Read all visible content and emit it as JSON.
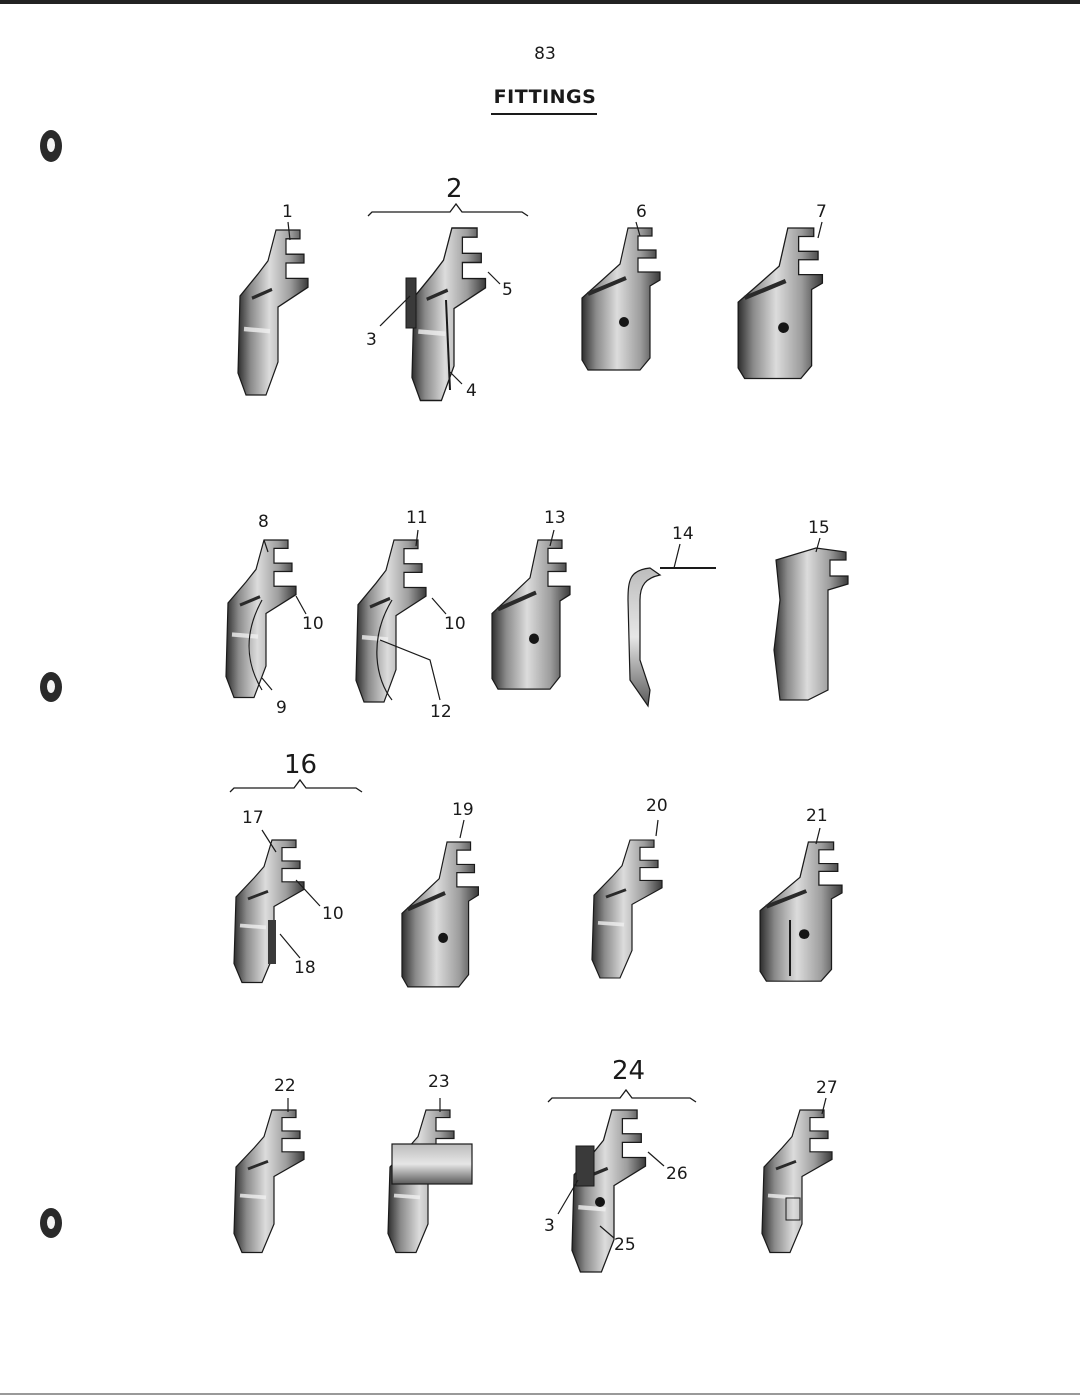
{
  "page": {
    "number": "83",
    "title": "FITTINGS"
  },
  "labels": {
    "l1": "1",
    "l2": "2",
    "l3a": "3",
    "l4": "4",
    "l5": "5",
    "l6": "6",
    "l7": "7",
    "l8": "8",
    "l9": "9",
    "l10a": "10",
    "l10b": "10",
    "l10c": "10",
    "l11": "11",
    "l12": "12",
    "l13": "13",
    "l14": "14",
    "l15": "15",
    "l16": "16",
    "l17": "17",
    "l18": "18",
    "l19": "19",
    "l20": "20",
    "l21": "21",
    "l22": "22",
    "l23": "23",
    "l24": "24",
    "l25": "25",
    "l26": "26",
    "l3b": "3",
    "l27": "27"
  },
  "colors": {
    "ink": "#1a1a1a",
    "metal_light": "#d2d2d2",
    "metal_mid": "#9a9a9a",
    "metal_dark": "#3a3a3a"
  }
}
